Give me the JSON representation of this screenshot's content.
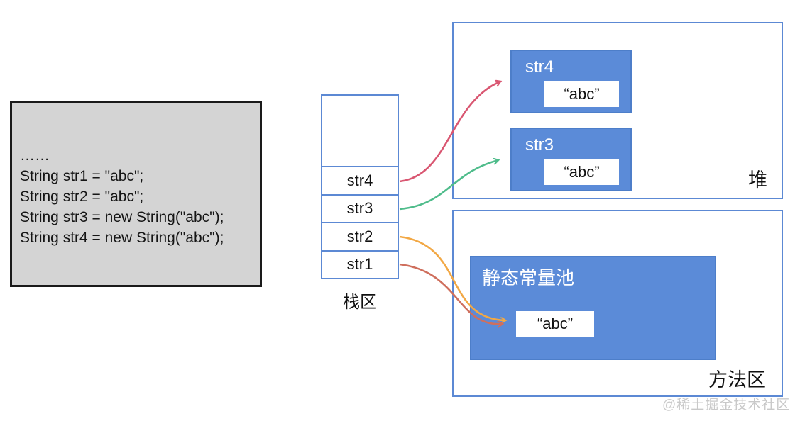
{
  "colors": {
    "blue_fill": "#5b8bd8",
    "blue_border": "#4d7ec9",
    "region_border": "#5c89d4",
    "code_bg": "#d4d4d4",
    "code_border": "#1a1a1a",
    "arrow_str4": "#d95671",
    "arrow_str3": "#4fbc8b",
    "arrow_str2": "#f2a845",
    "arrow_str1": "#cf6f5d",
    "watermark": "#c9c9c9"
  },
  "code_block": {
    "lines": [
      "……",
      "String str1 = \"abc\";",
      "String str2 = \"abc\";",
      "String str3 = new String(\"abc\");",
      "String str4 = new String(\"abc\");"
    ]
  },
  "stack": {
    "label": "栈区",
    "cells": [
      "str4",
      "str3",
      "str2",
      "str1"
    ]
  },
  "heap": {
    "label": "堆",
    "objects": [
      {
        "name": "str4",
        "value": "“abc”"
      },
      {
        "name": "str3",
        "value": "“abc”"
      }
    ]
  },
  "method_area": {
    "label": "方法区",
    "constant_pool": {
      "title": "静态常量池",
      "value": "“abc”"
    }
  },
  "watermark": "@稀土掘金技术社区"
}
